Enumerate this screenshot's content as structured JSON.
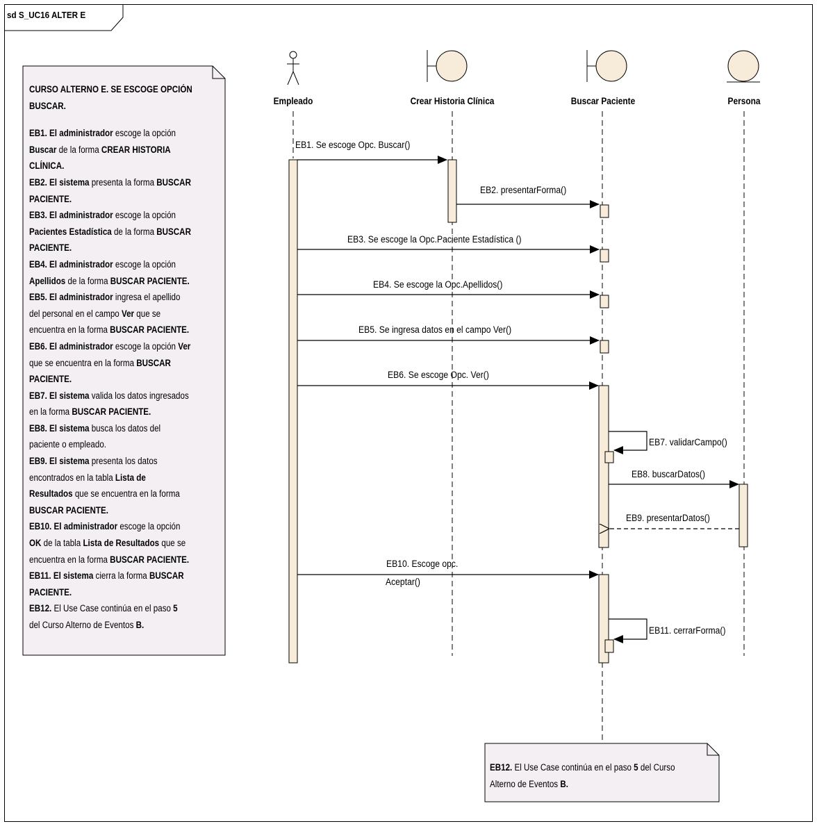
{
  "frame": {
    "title": "sd S_UC16 ALTER E"
  },
  "lifelines": [
    {
      "name": "Empleado",
      "kind": "actor"
    },
    {
      "name": "Crear Historia Clínica",
      "kind": "boundary"
    },
    {
      "name": "Buscar Paciente",
      "kind": "boundary"
    },
    {
      "name": "Persona",
      "kind": "entity"
    }
  ],
  "messages": [
    {
      "label": "EB1. Se escoge Opc. Buscar()",
      "from": "Empleado",
      "to": "Crear Historia Clínica",
      "style": "sync"
    },
    {
      "label": "EB2. presentarForma()",
      "from": "Crear Historia Clínica",
      "to": "Buscar Paciente",
      "style": "sync"
    },
    {
      "label": "EB3. Se escoge la Opc.Paciente Estadística ()",
      "from": "Empleado",
      "to": "Buscar Paciente",
      "style": "sync"
    },
    {
      "label": "EB4. Se escoge la Opc.Apellidos()",
      "from": "Empleado",
      "to": "Buscar Paciente",
      "style": "sync"
    },
    {
      "label": "EB5. Se ingresa datos en el campo Ver()",
      "from": "Empleado",
      "to": "Buscar Paciente",
      "style": "sync"
    },
    {
      "label": "EB6. Se escoge Opc. Ver()",
      "from": "Empleado",
      "to": "Buscar Paciente",
      "style": "sync"
    },
    {
      "label": "EB7. validarCampo()",
      "from": "Buscar Paciente",
      "to": "Buscar Paciente",
      "style": "self"
    },
    {
      "label": "EB8. buscarDatos()",
      "from": "Buscar Paciente",
      "to": "Persona",
      "style": "sync"
    },
    {
      "label": "EB9. presentarDatos()",
      "from": "Persona",
      "to": "Buscar Paciente",
      "style": "return"
    },
    {
      "label_line1": "EB10. Escoge opc.",
      "label_line2": "Aceptar()",
      "from": "Empleado",
      "to": "Buscar Paciente",
      "style": "sync"
    },
    {
      "label": "EB11. cerrarForma()",
      "from": "Buscar Paciente",
      "to": "Buscar Paciente",
      "style": "self"
    }
  ],
  "note_left": {
    "heading_1": "CURSO ALTERNO E. SE ESCOGE OPCIÓN",
    "heading_2": "BUSCAR.",
    "lines": [
      [
        {
          "t": "EB1. El administrador",
          "b": true
        },
        {
          "t": " escoge la opción",
          "b": false
        }
      ],
      [
        {
          "t": "Buscar",
          "b": true
        },
        {
          "t": " de la forma ",
          "b": false
        },
        {
          "t": "CREAR HISTORIA",
          "b": true
        }
      ],
      [
        {
          "t": "CLÍNICA.",
          "b": true
        }
      ],
      [
        {
          "t": "EB2. El sistema",
          "b": true
        },
        {
          "t": " presenta la forma ",
          "b": false
        },
        {
          "t": "BUSCAR",
          "b": true
        }
      ],
      [
        {
          "t": "PACIENTE.",
          "b": true
        }
      ],
      [
        {
          "t": "EB3. El administrador",
          "b": true
        },
        {
          "t": " escoge la opción",
          "b": false
        }
      ],
      [
        {
          "t": "Pacientes Estadística",
          "b": true
        },
        {
          "t": " de la forma ",
          "b": false
        },
        {
          "t": "BUSCAR",
          "b": true
        }
      ],
      [
        {
          "t": "PACIENTE.",
          "b": true
        }
      ],
      [
        {
          "t": "EB4. El administrador",
          "b": true
        },
        {
          "t": " escoge la opción",
          "b": false
        }
      ],
      [
        {
          "t": "Apellidos",
          "b": true
        },
        {
          "t": " de la forma ",
          "b": false
        },
        {
          "t": "BUSCAR PACIENTE.",
          "b": true
        }
      ],
      [
        {
          "t": "EB5. El administrador",
          "b": true
        },
        {
          "t": " ingresa el apellido",
          "b": false
        }
      ],
      [
        {
          "t": "del personal en el campo ",
          "b": false
        },
        {
          "t": "Ver",
          "b": true
        },
        {
          "t": " que se",
          "b": false
        }
      ],
      [
        {
          "t": "encuentra en la forma ",
          "b": false
        },
        {
          "t": "BUSCAR PACIENTE.",
          "b": true
        }
      ],
      [
        {
          "t": "EB6. El administrador",
          "b": true
        },
        {
          "t": " escoge la opción ",
          "b": false
        },
        {
          "t": "Ver",
          "b": true
        }
      ],
      [
        {
          "t": "que se encuentra en la forma ",
          "b": false
        },
        {
          "t": "BUSCAR",
          "b": true
        }
      ],
      [
        {
          "t": "PACIENTE.",
          "b": true
        }
      ],
      [
        {
          "t": "EB7. El sistema",
          "b": true
        },
        {
          "t": " valida los datos ingresados",
          "b": false
        }
      ],
      [
        {
          "t": "en la forma ",
          "b": false
        },
        {
          "t": "BUSCAR PACIENTE.",
          "b": true
        }
      ],
      [
        {
          "t": "EB8. El sistema",
          "b": true
        },
        {
          "t": " busca los datos del",
          "b": false
        }
      ],
      [
        {
          "t": "paciente o empleado.",
          "b": false
        }
      ],
      [
        {
          "t": "EB9. El sistema",
          "b": true
        },
        {
          "t": " presenta los datos",
          "b": false
        }
      ],
      [
        {
          "t": "encontrados en la tabla ",
          "b": false
        },
        {
          "t": "Lista de",
          "b": true
        }
      ],
      [
        {
          "t": "Resultados",
          "b": true
        },
        {
          "t": " que se encuentra en la forma",
          "b": false
        }
      ],
      [
        {
          "t": "BUSCAR PACIENTE.",
          "b": true
        }
      ],
      [
        {
          "t": "EB10. El administrador",
          "b": true
        },
        {
          "t": " escoge la opción",
          "b": false
        }
      ],
      [
        {
          "t": "OK",
          "b": true
        },
        {
          "t": " de la tabla ",
          "b": false
        },
        {
          "t": "Lista de Resultados",
          "b": true
        },
        {
          "t": " que se",
          "b": false
        }
      ],
      [
        {
          "t": "encuentra en la forma ",
          "b": false
        },
        {
          "t": "BUSCAR PACIENTE.",
          "b": true
        }
      ],
      [
        {
          "t": "EB11. El sistema",
          "b": true
        },
        {
          "t": " cierra la forma ",
          "b": false
        },
        {
          "t": "BUSCAR",
          "b": true
        }
      ],
      [
        {
          "t": "PACIENTE.",
          "b": true
        }
      ],
      [
        {
          "t": "EB12.",
          "b": true
        },
        {
          "t": " El Use Case continúa en el paso ",
          "b": false
        },
        {
          "t": "5",
          "b": true
        }
      ],
      [
        {
          "t": "del Curso Alterno de Eventos ",
          "b": false
        },
        {
          "t": "B.",
          "b": true
        }
      ]
    ]
  },
  "note_bottom": {
    "lines": [
      [
        {
          "t": "EB12.",
          "b": true
        },
        {
          "t": " El Use Case continúa en el paso ",
          "b": false
        },
        {
          "t": "5",
          "b": true
        },
        {
          "t": " del Curso",
          "b": false
        }
      ],
      [
        {
          "t": "Alterno de Eventos ",
          "b": false
        },
        {
          "t": "B.",
          "b": true
        }
      ]
    ]
  },
  "colors": {
    "activation_fill": "#f7ecd9",
    "note_fill": "#f3eff3",
    "line": "#000000"
  }
}
